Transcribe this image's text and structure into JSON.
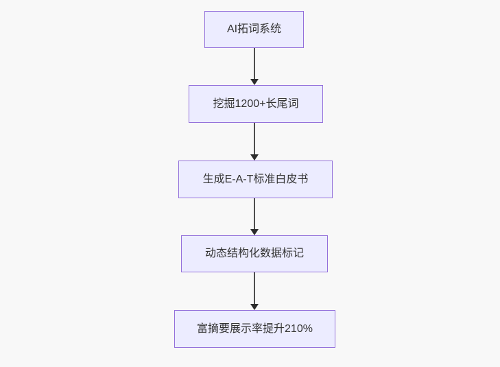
{
  "flowchart": {
    "type": "flowchart",
    "direction": "top-down",
    "nodes": [
      {
        "id": "A",
        "label": "AI拓词系统"
      },
      {
        "id": "B",
        "label": "挖掘1200+长尾词"
      },
      {
        "id": "C",
        "label": "生成E-A-T标准白皮书"
      },
      {
        "id": "D",
        "label": "动态结构化数据标记"
      },
      {
        "id": "E",
        "label": "富摘要展示率提升210%"
      }
    ],
    "edges": [
      {
        "from": "A",
        "to": "B",
        "arrow": "down"
      },
      {
        "from": "B",
        "to": "C",
        "arrow": "down"
      },
      {
        "from": "C",
        "to": "D",
        "arrow": "down"
      },
      {
        "from": "D",
        "to": "E",
        "arrow": "down"
      }
    ],
    "colors": {
      "background": "#f8f8f8",
      "node_fill": "#ECECFF",
      "node_border": "#9370DB",
      "edge_line": "#4d4d4d",
      "arrowhead": "#2b2b2b",
      "text": "#333333"
    }
  }
}
